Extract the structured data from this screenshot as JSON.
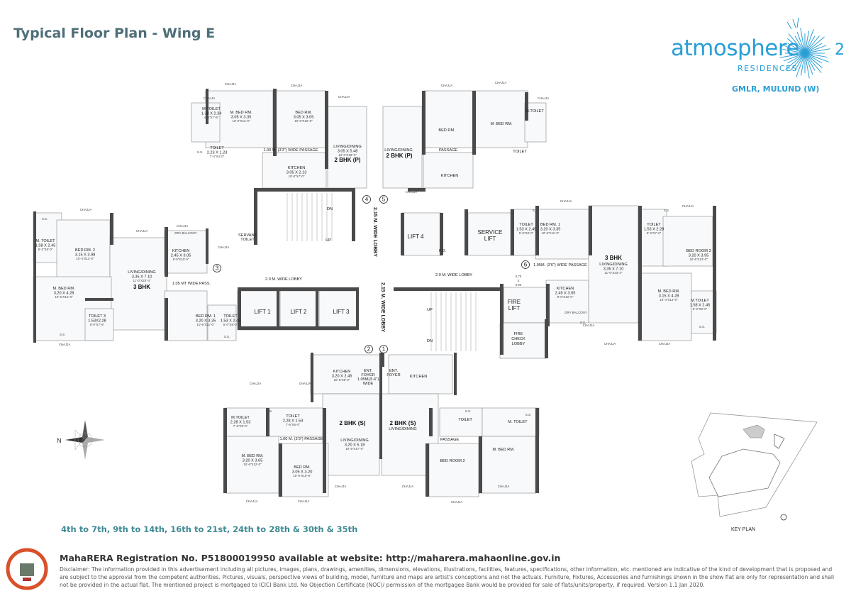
{
  "header": {
    "title": "Typical Floor Plan - Wing E"
  },
  "logo": {
    "word": "atmosphere",
    "number": "2",
    "subtitle": "RESIDENCES",
    "location": "GMLR, MULUND (W)",
    "brand_color": "#2a9fd6"
  },
  "plan": {
    "common": {
      "chajja": "CHAJJA",
      "ss": "S.S.",
      "dry_balcony": "DRY BALCONY",
      "up": "UP",
      "dn": "DN"
    },
    "core": {
      "lobby_left": "2.0 M. WIDE LOBBY",
      "lobby_right": "2.0 M. WIDE LOBBY",
      "lobby_vertical_top": "2.15 M. WIDE LOBBY",
      "lobby_vertical_bottom": "2.15 M. WIDE LOBBY",
      "lift1": "LIFT 1",
      "lift2": "LIFT 2",
      "lift3": "LIFT 3",
      "lift4": "LIFT 4",
      "service_lift": [
        "SERVICE",
        "LIFT"
      ],
      "fire_lift": [
        "FIRE",
        "LIFT"
      ],
      "fire_check_lobby": [
        "FIRE",
        "CHECK",
        "LOBBY"
      ],
      "fd": "F.D.",
      "servant_toilet": [
        "SERVANT",
        "TOILET"
      ],
      "entrances": [
        "1",
        "2",
        "3",
        "4",
        "5",
        "6"
      ]
    },
    "unit_top_left": {
      "type": "2 BHK (P)",
      "m_toilet": [
        "M.TOILET",
        "1.38 X 2.34",
        "4'-6\"X7'-8\""
      ],
      "m_bed": [
        "M. BED RM.",
        "3.05 X 3.35",
        "10'-0\"X11'-0\""
      ],
      "bed": [
        "BED RM.",
        "3.05 X 3.05",
        "10'-0\"X10'-0\""
      ],
      "toilet": [
        "TOILET",
        "2.23 X 1.23",
        "7'-4\"X4'-0\""
      ],
      "passage": "1.00 M. (3'3\") WIDE PASSAGE",
      "kitchen": [
        "KITCHEN",
        "3.05 X 2.13",
        "10'-0\"X7'-0\""
      ],
      "living": [
        "LIVING/DINING",
        "3.05 X 5.48",
        "10'-0\"X18'-0\""
      ]
    },
    "unit_top_right": {
      "type": "2 BHK (P)",
      "living": "LIVING/DINING",
      "bed": "BED RM.",
      "m_bed": "M. BED RM.",
      "m_toilet": "M.TOILET",
      "toilet": "TOILET",
      "passage": "PASSAGE",
      "kitchen": "KITCHEN"
    },
    "unit_left": {
      "type": "3 BHK",
      "m_toilet": [
        "M. TOILET",
        "1.58 X 2.45",
        "5'-2\"X8'-0\""
      ],
      "bed2": [
        "BED RM. 2",
        "3.15 X 3.98",
        "10'-4\"X13'-0\""
      ],
      "living": [
        "LIVING/DINING",
        "3.35 X 7.10",
        "11'-0\"X23'-4\""
      ],
      "kitchen": [
        "KITCHEN",
        "2.45 X 3.05",
        "8'-0\"X10'-0\""
      ],
      "passage": "1.05 MT WIDE PASS.",
      "m_bed": [
        "M. BED RM.",
        "3.20 X 4.28",
        "10'-6\"X14'-0\""
      ],
      "toilet3": [
        "TOILET 3",
        "1.53X2.28",
        "5'-0\"X7'-6\""
      ],
      "bed1": [
        "BED RM. 1",
        "3.20 X 3.35",
        "10'-6\"X11'-0\""
      ],
      "toilet": [
        "TOILET",
        "1.53 X 2.45",
        "5'-0\"X8'-0\""
      ]
    },
    "unit_right": {
      "type": "3 BHK",
      "toilet": [
        "TOILET",
        "1.53 X 2.45",
        "5'-0\"X8'-0\""
      ],
      "bed1": [
        "BED RM. 1",
        "3.20 X 3.35",
        "10'-6\"X11'-0\""
      ],
      "passage": "1.05M. (3'6\") WIDE PASSAGE",
      "living": [
        "LIVING/DINING",
        "3.35 X 7.10",
        "11'-0\"X23'-4\""
      ],
      "kitchen": [
        "KITCHEN",
        "2.45 X 3.05",
        "8'-0\"X10'-0\""
      ],
      "toilet2": [
        "TOILET",
        "1.53 X 2.28",
        "5'-0\"X7'-6\""
      ],
      "bed3": [
        "BED ROOM 3",
        "3.20 X 3.95",
        "10'-6\"X13'-0\""
      ],
      "m_bed": [
        "M. BED RM.",
        "3.15 X 4.28",
        "10'-4\"X14'-0\""
      ],
      "m_toilet": [
        "M.TOILET",
        "1.58 X 2.45",
        "5'-2\"X8'-0\""
      ],
      "shaft": [
        "0.75",
        "X",
        "0.95"
      ]
    },
    "unit_bottom_left": {
      "type": "2 BHK (S)",
      "kitchen": [
        "KITCHEN",
        "3.20 X 2.45",
        "10'-6\"X8'-0\""
      ],
      "foyer": [
        "ENT.",
        "FOYER",
        "1.05M(3'-6\")",
        "WIDE"
      ],
      "m_toilet": [
        "M.TOILET",
        "2.28 X 1.53",
        "7'-6\"X5'-0\""
      ],
      "toilet": [
        "TOILET",
        "2.28 X 1.53",
        "7'-6\"X5'-0\""
      ],
      "passage": "1.00 M. (3'3\") PASSAGE",
      "living": [
        "LIVING/DINING",
        "3.20 X 5.18",
        "10'-6\"X17'-0\""
      ],
      "m_bed": [
        "M. BED RM.",
        "3.20 X 3.65",
        "10'-6\"X12'-0\""
      ],
      "bed": [
        "BED RM.",
        "3.05 X 3.20",
        "10'-0\"X10'-6\""
      ]
    },
    "unit_bottom_right": {
      "type": "2 BHK (S)",
      "living": "LIVING/DINING",
      "foyer": [
        "ENT.",
        "FOYER"
      ],
      "kitchen": "KITCHEN",
      "toilet": "TOILET",
      "m_toilet": "M. TOILET",
      "passage": "PASSAGE",
      "bed2": "BED ROOM 2",
      "m_bed": "M. BED RM."
    }
  },
  "compass": {
    "north_label": "N"
  },
  "key_plan": {
    "label": "KEY PLAN"
  },
  "floors": "4th to 7th, 9th to 14th, 16th to 21st, 24th to 28th & 30th & 35th",
  "footer": {
    "rera": "MahaRERA Registration No. P51800019950 available at website: http://maharera.mahaonline.gov.in",
    "disclaimer": "Disclaimer: The information provided in this advertisement including all pictures, images, plans, drawings, amenities, dimensions, elevations, illustrations, facilities, features, specifications, other information, etc. mentioned are indicative of the kind of development that is proposed and are subject to the approval from the competent authorities. Pictures, visuals, perspective views of building, model, furniture and maps are artist's conceptions and not the actuals. Furniture, Fixtures, Accessories and furnishings shown in the show flat are only for representation and shall not be provided in the actual flat. The mentioned project is mortgaged to ICICI Bank Ltd. No Objection Certificate (NOC)/ permission of the mortgagee Bank would be provided for sale of flats/units/property, if required. Version 1.1  Jan 2020."
  }
}
